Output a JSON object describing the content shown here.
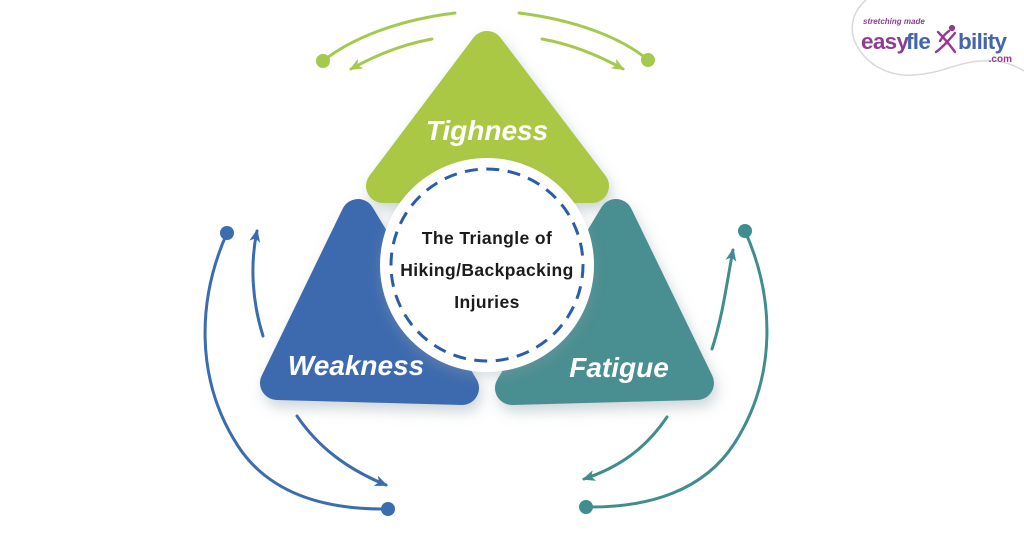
{
  "logo": {
    "tagline": "stretching made",
    "brand_easy": "easy",
    "brand_fle": "fle",
    "brand_bility": "bility",
    "domain_suffix": ".com",
    "colors": {
      "purple": "#8e3d94",
      "blue": "#4565ab",
      "figure": "#9a3795",
      "border": "#d8d8d8"
    }
  },
  "diagram": {
    "title_lines": {
      "line1": "The Triangle of",
      "line2": "Hiking/Backpacking",
      "line3": "Injuries"
    },
    "center_circle": {
      "border_color": "#2a5da9",
      "fill": "#ffffff"
    },
    "segments": [
      {
        "label": "Tighness",
        "position": "top",
        "color": "#abc845",
        "arrow_color": "#a5c94f"
      },
      {
        "label": "Weakness",
        "position": "bottom-left",
        "color": "#3e6bae",
        "arrow_color": "#3a6cb0"
      },
      {
        "label": "Fatigue",
        "position": "bottom-right",
        "color": "#4a8e90",
        "arrow_color": "#3f8d8f"
      }
    ]
  }
}
